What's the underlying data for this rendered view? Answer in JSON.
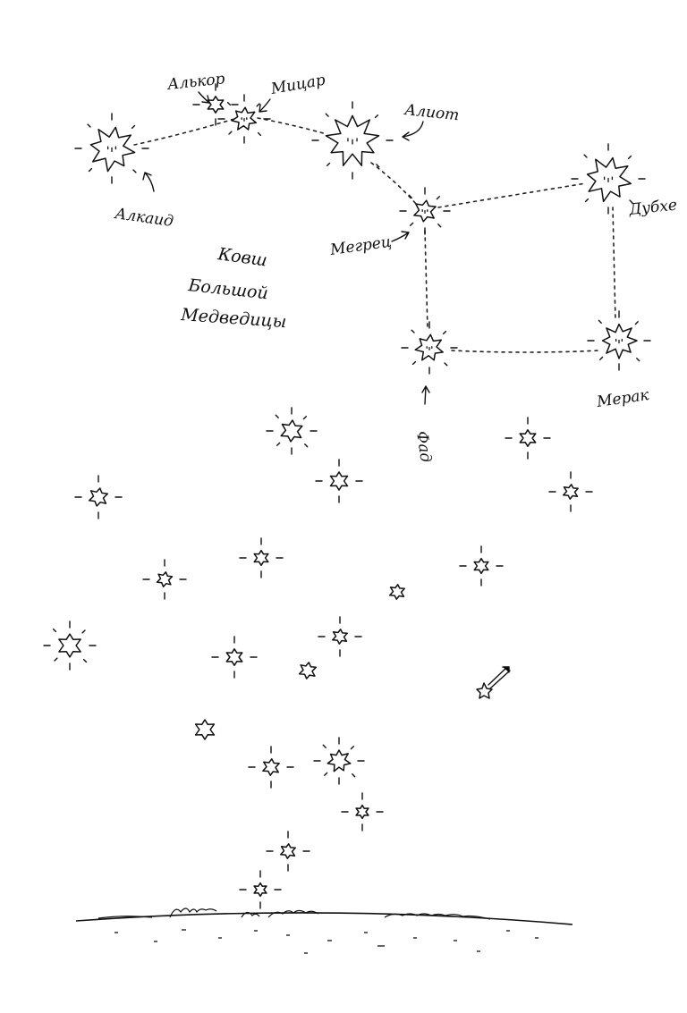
{
  "title": {
    "line1": "Ковш",
    "line2": "Большой",
    "line3": "Медведицы"
  },
  "stars": {
    "alkaid": "Алкаид",
    "alkor": "Алькор",
    "mizar": "Мицар",
    "alioth": "Алиот",
    "megrez": "Мегрец",
    "dubhe": "Дубхе",
    "phad": "Фад",
    "merak": "Мерак"
  }
}
